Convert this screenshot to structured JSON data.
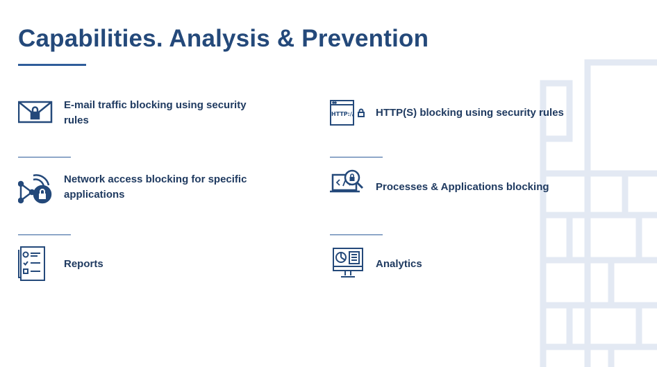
{
  "slide": {
    "title": "Capabilities. Analysis & Prevention"
  },
  "capabilities": {
    "left": [
      {
        "label": "E-mail traffic blocking using security rules",
        "icon": "envelope-lock-icon"
      },
      {
        "label": "Network access blocking for specific applications",
        "icon": "network-lock-icon"
      },
      {
        "label": "Reports",
        "icon": "report-document-icon"
      }
    ],
    "right": [
      {
        "label": "HTTP(S) blocking using security rules",
        "icon": "http-lock-browser-icon"
      },
      {
        "label": "Processes & Applications blocking",
        "icon": "laptop-code-lock-icon"
      },
      {
        "label": "Analytics",
        "icon": "monitor-chart-icon"
      }
    ]
  },
  "icon_texts": {
    "http": "HTTP://"
  },
  "colors": {
    "title": "#24497a",
    "text": "#1f3a60",
    "accent": "#2f5d9a",
    "wall": "#e3e9f3"
  }
}
